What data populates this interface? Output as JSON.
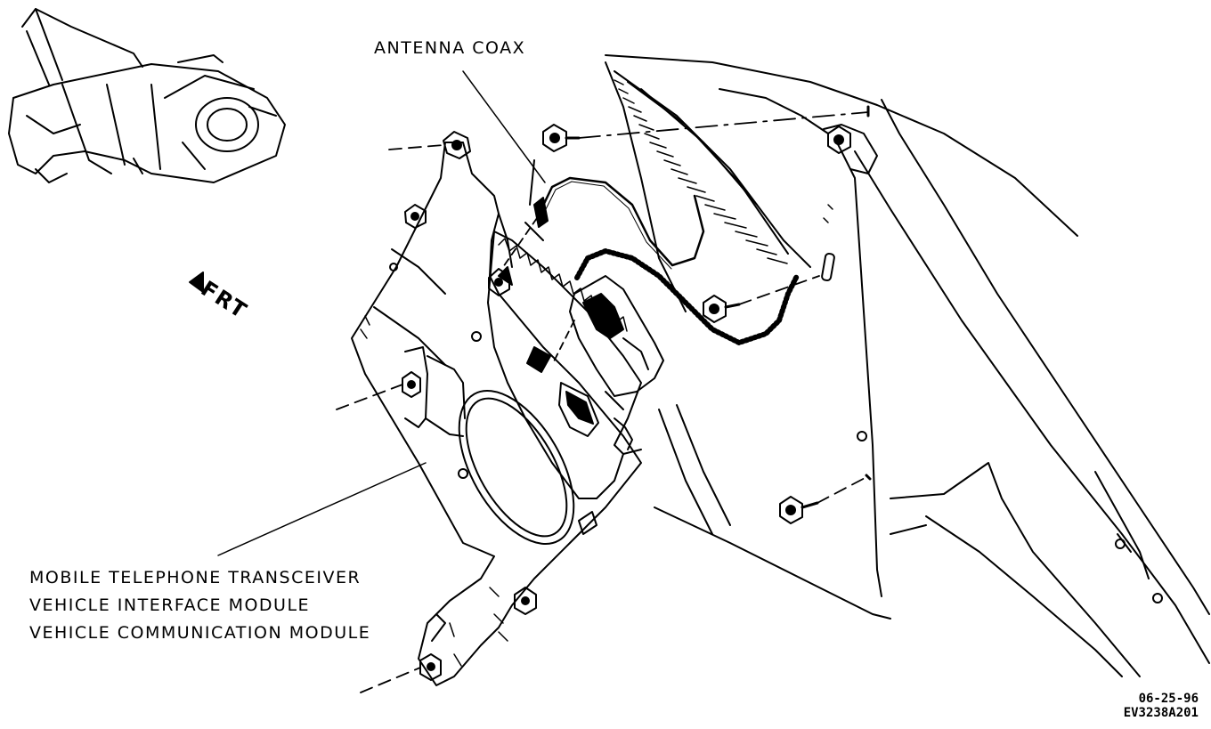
{
  "labels": {
    "antenna": "ANTENNA COAX",
    "module_line1": "MOBILE TELEPHONE TRANSCEIVER",
    "module_line2": "VEHICLE INTERFACE MODULE",
    "module_line3": "VEHICLE COMMUNICATION MODULE",
    "front": "FRT",
    "date_code": "06-25-96",
    "figure_id": "EV3238A201"
  }
}
